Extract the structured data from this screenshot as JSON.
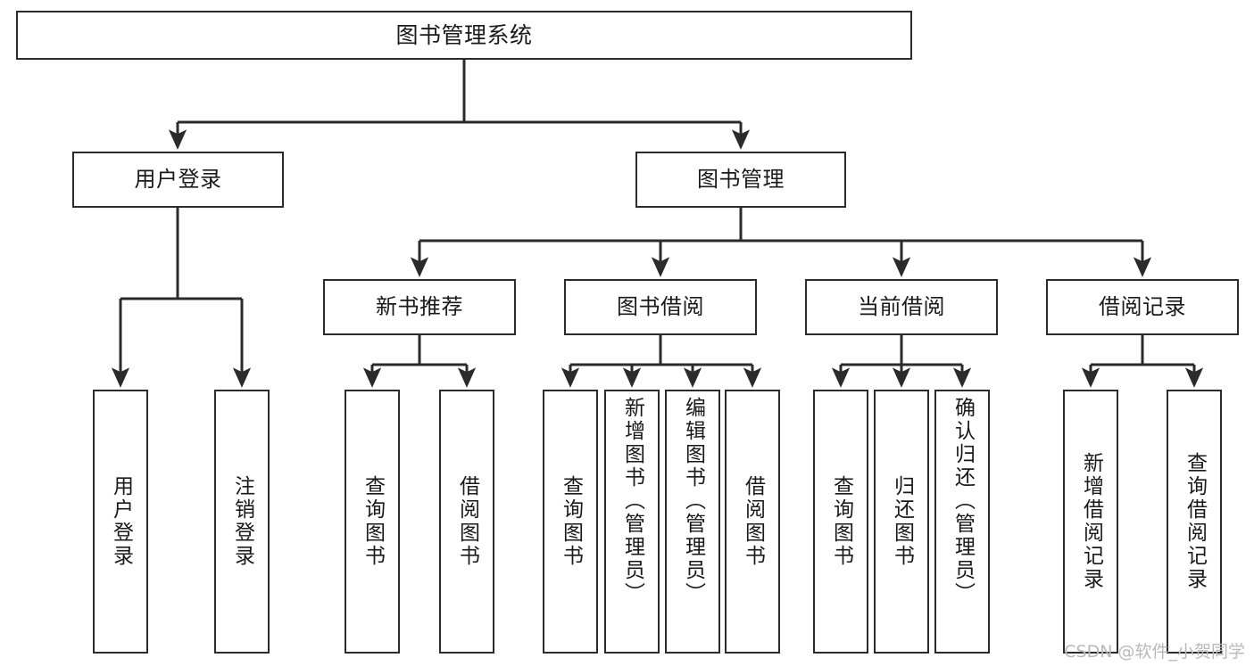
{
  "diagram": {
    "type": "tree",
    "title": "图书管理系统",
    "colors": {
      "node_border": "#2b2b2b",
      "node_fill": "#ffffff",
      "edge": "#2b2b2b",
      "text": "#1a1a1a",
      "watermark": "#b9b9b9",
      "background": "#ffffff"
    },
    "root": {
      "label": "图书管理系统"
    },
    "level2": [
      {
        "label": "用户登录"
      },
      {
        "label": "图书管理"
      }
    ],
    "level3": [
      {
        "label": "新书推荐"
      },
      {
        "label": "图书借阅"
      },
      {
        "label": "当前借阅"
      },
      {
        "label": "借阅记录"
      }
    ],
    "leaves": {
      "user_login": [
        {
          "label": "用户登录"
        },
        {
          "label": "注销登录"
        }
      ],
      "new_book_recommend": [
        {
          "label": "查询图书"
        },
        {
          "label": "借阅图书"
        }
      ],
      "book_borrow": [
        {
          "label": "查询图书"
        },
        {
          "label": "新增图书（管理员）"
        },
        {
          "label": "编辑图书（管理员）"
        },
        {
          "label": "借阅图书"
        }
      ],
      "current_borrow": [
        {
          "label": "查询图书"
        },
        {
          "label": "归还图书"
        },
        {
          "label": "确认归还（管理员）"
        }
      ],
      "borrow_record": [
        {
          "label": "新增借阅记录"
        },
        {
          "label": "查询借阅记录"
        }
      ]
    }
  },
  "watermark": {
    "text": "CSDN @软件_小贺同学"
  }
}
